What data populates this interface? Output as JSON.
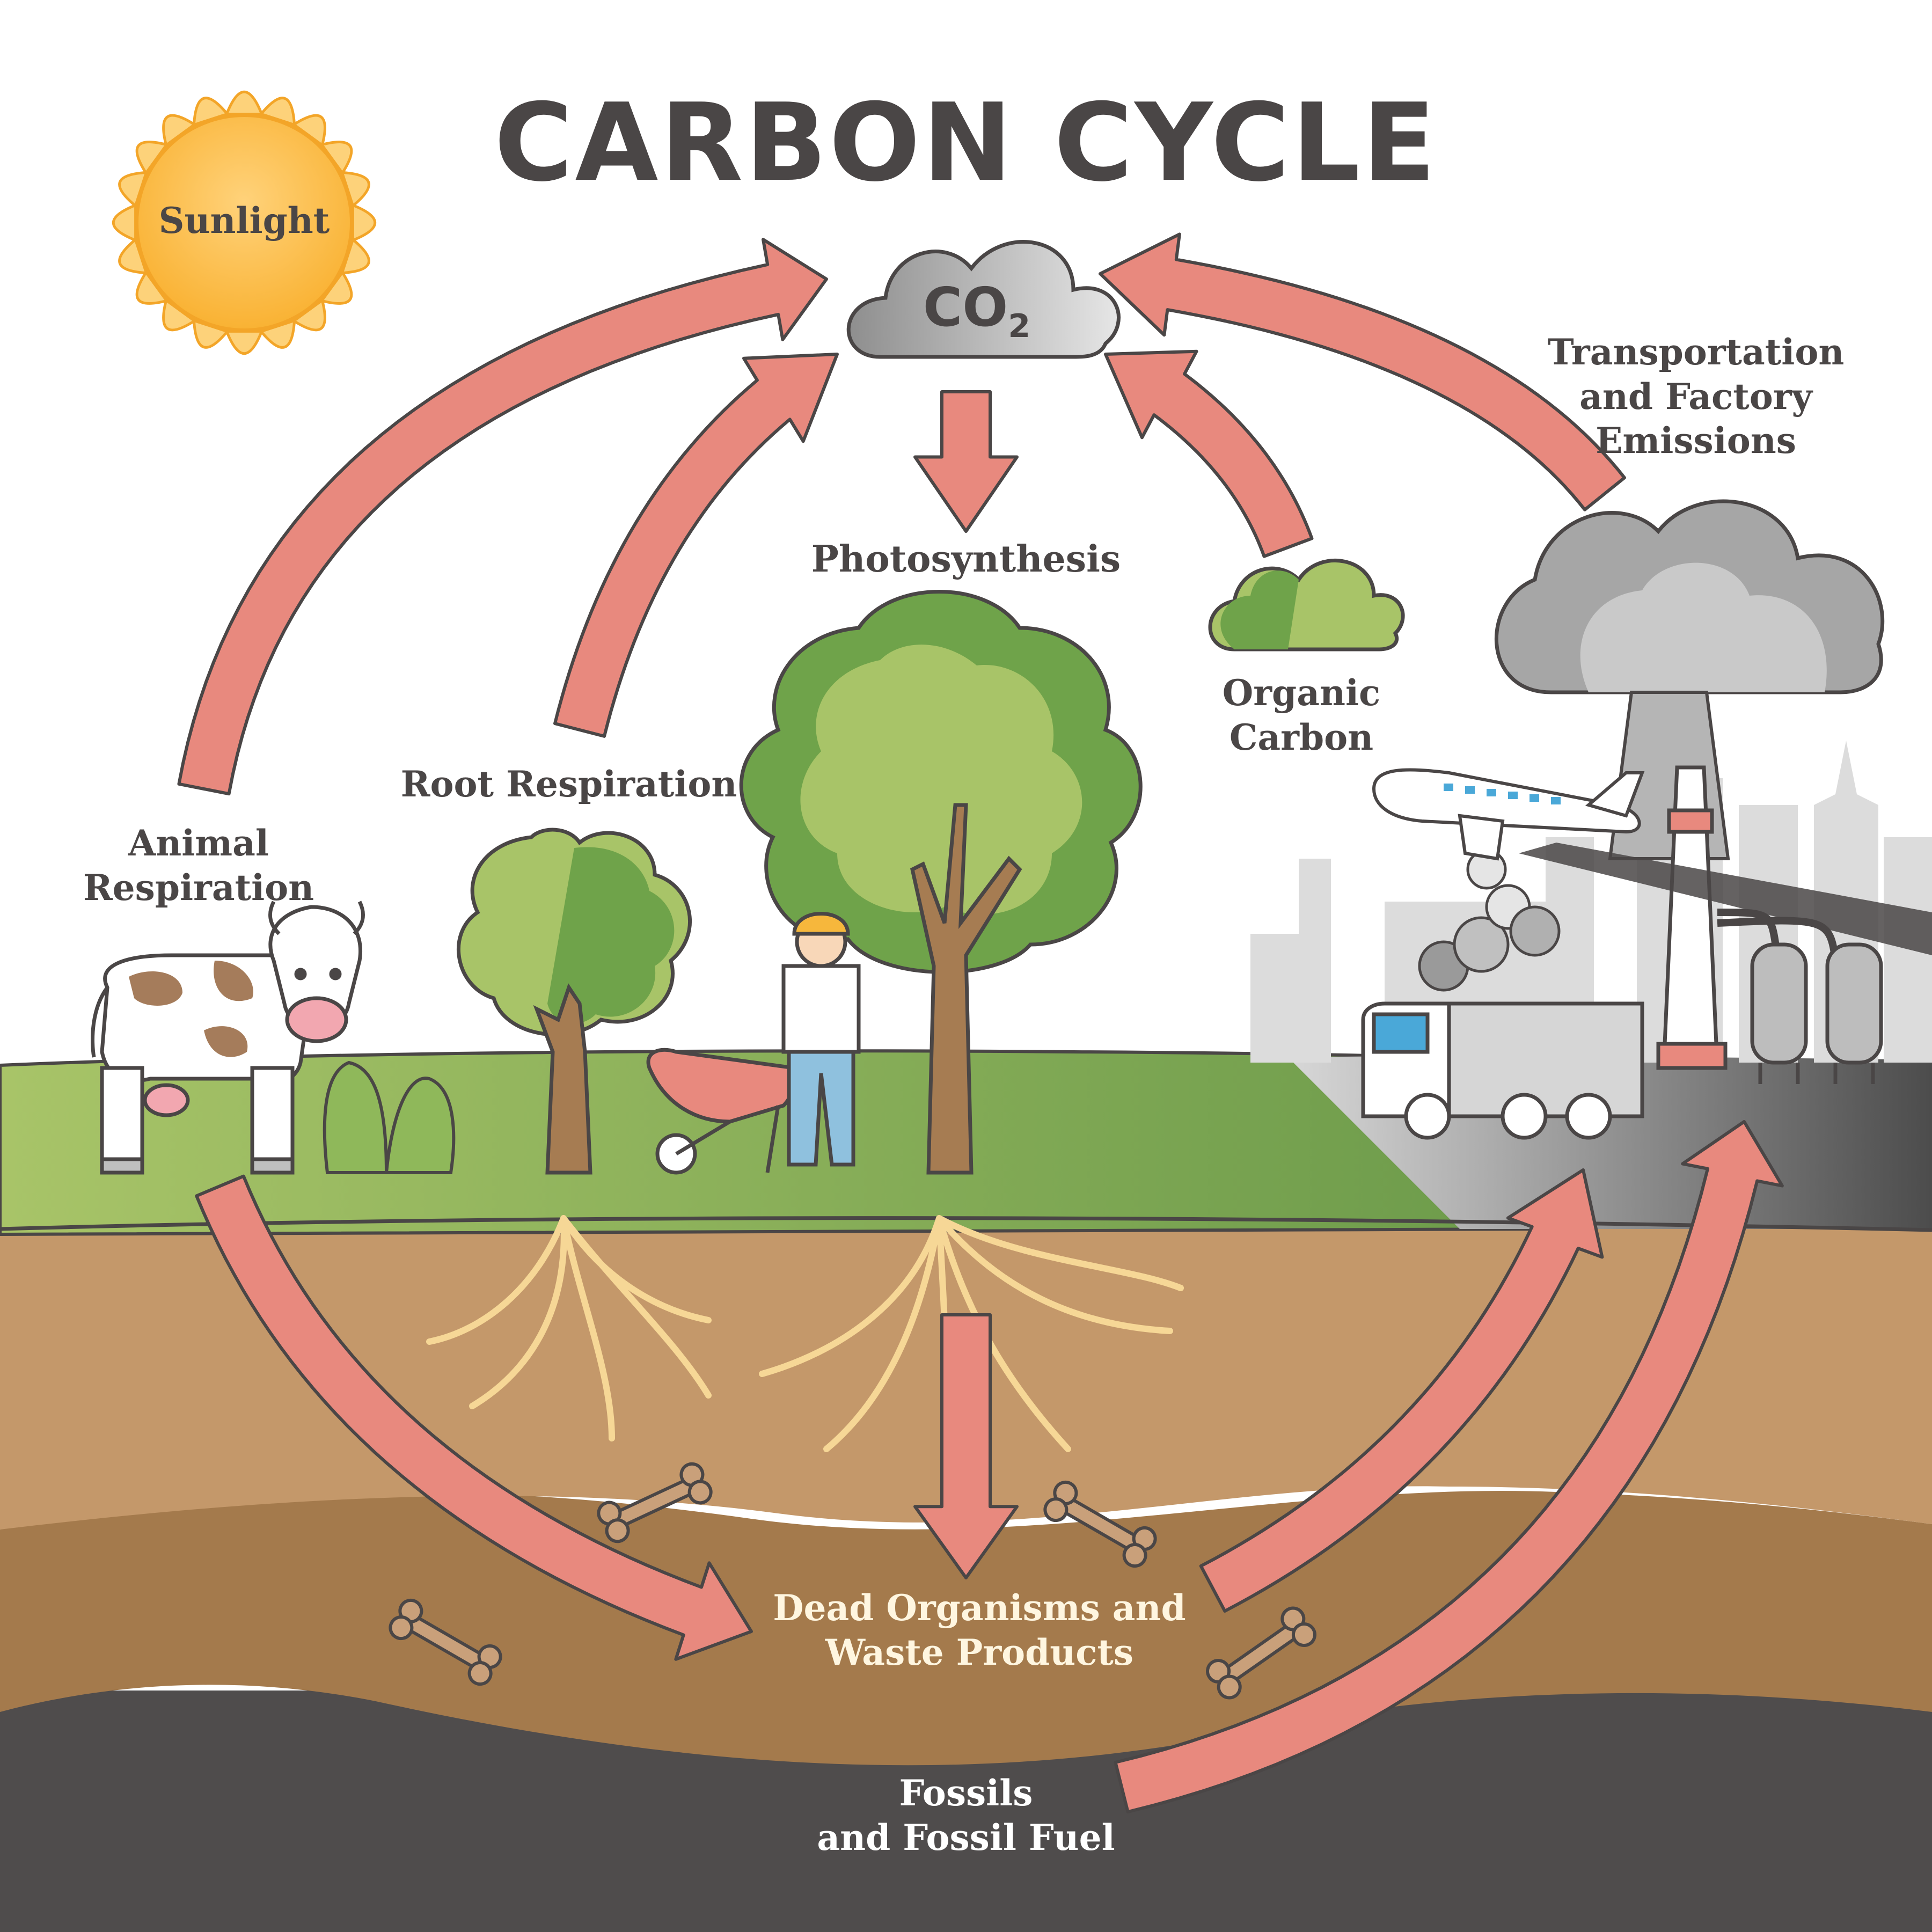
{
  "title": "CARBON CYCLE",
  "labels": {
    "sunlight": "Sunlight",
    "co2": "CO",
    "co2_sub": "2",
    "photosynthesis": "Photosynthesis",
    "organic_carbon": [
      "Organic",
      "Carbon"
    ],
    "transportation": [
      "Transportation",
      "and Factory",
      "Emissions"
    ],
    "root_respiration": "Root Respiration",
    "animal_respiration": [
      "Animal",
      "Respiration"
    ],
    "dead_organisms": [
      "Dead Organisms and",
      "Waste Products"
    ],
    "fossils": [
      "Fossils",
      "and Fossil Fuel"
    ]
  },
  "colors": {
    "arrow_fill": "#e8897e",
    "arrow_stroke": "#4a4646",
    "sun": "#fbc04a",
    "grass_light": "#a8c468",
    "grass_dark": "#6b9a4a",
    "soil_top": "#c4986a",
    "soil_mid": "#a47a4c",
    "fossil_layer": "#4f4c4c",
    "smoke": "#a6a6a6"
  }
}
